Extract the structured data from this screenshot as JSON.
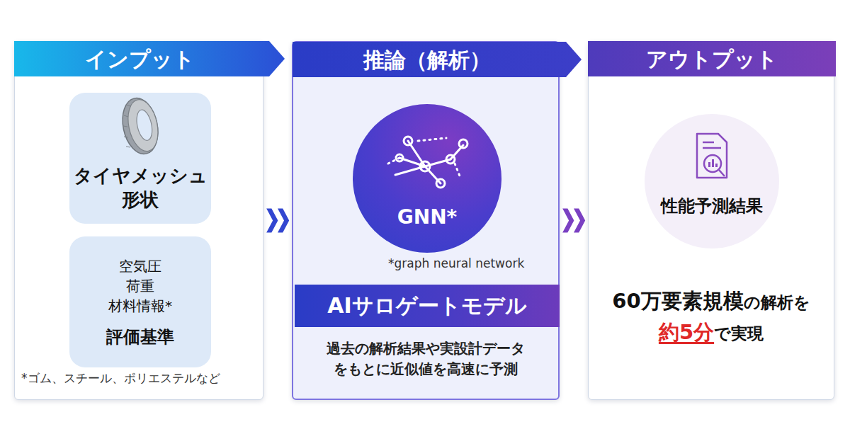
{
  "diagram": {
    "nodes": [
      {
        "text": [
          "インプット"
        ]
      },
      {
        "text": [
          "タイヤメッシュ 形状"
        ],
        "in": 0
      },
      {
        "text": [
          "空気圧 荷重 材料情報*",
          "評価基準"
        ],
        "in": 0
      },
      {
        "text": [
          "推論（解析）"
        ]
      },
      {
        "text": [
          "GNN*"
        ],
        "in": 3
      },
      {
        "text": [
          "AIサロゲートモデル"
        ],
        "in": 3
      },
      {
        "text": [
          "アウトプット"
        ]
      },
      {
        "text": [
          "性能予測結果"
        ],
        "in": 6
      }
    ],
    "edges": [
      {
        "from": 0,
        "to": 3,
        "arrow": "to"
      },
      {
        "from": 3,
        "to": 6,
        "arrow": "to"
      }
    ],
    "labels": [
      "*ゴム、スチール、ポリエステルなど",
      "*graph neural network",
      "過去の解析結果や実設計データ をもとに近似値を高速に予測",
      "60万要素規模",
      "の解析を",
      "約5分",
      "で実現"
    ]
  }
}
